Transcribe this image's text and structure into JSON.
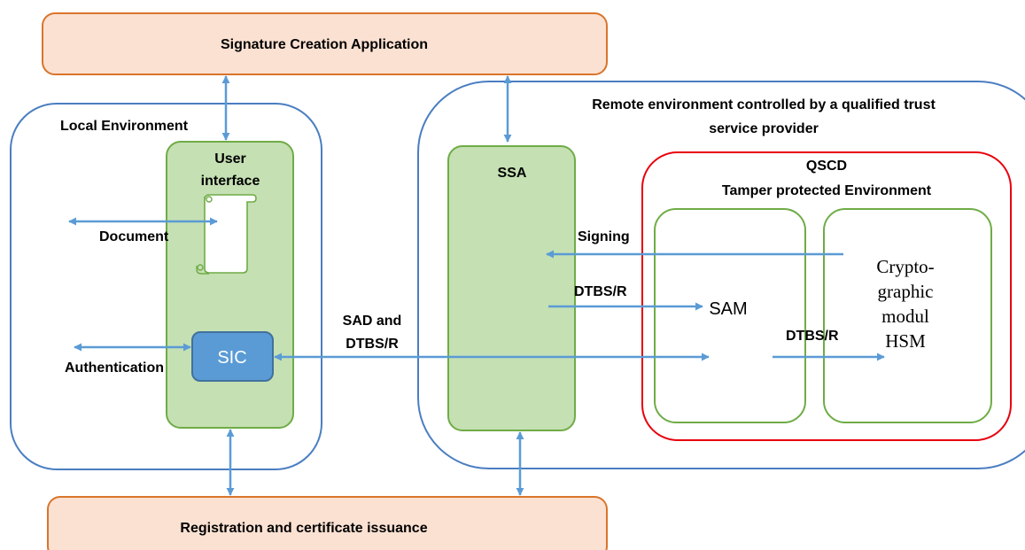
{
  "boxes": {
    "sca": "Signature Creation Application",
    "registration": "Registration and certificate issuance",
    "local_env": "Local Environment",
    "remote_env_line1": "Remote environment controlled by a qualified trust",
    "remote_env_line2": "service provider",
    "user_interface_line1": "User",
    "user_interface_line2": "interface",
    "ssa": "SSA",
    "qscd": "QSCD",
    "tamper": "Tamper protected Environment",
    "sic": "SIC",
    "sam": "SAM",
    "crypto_line1": "Crypto-",
    "crypto_line2": "graphic",
    "crypto_line3": "modul",
    "crypto_line4": "HSM"
  },
  "labels": {
    "document": "Document",
    "authentication": "Authentication",
    "sad_line1": "SAD and",
    "sad_line2": "DTBS/R",
    "signing": "Signing",
    "dtbsr_ssa_sam": "DTBS/R",
    "dtbsr_sam_hsm": "DTBS/R"
  },
  "colors": {
    "orange_fill": "#fbe1d2",
    "orange_stroke": "#d9752b",
    "green_fill": "#c5e0b3",
    "green_stroke": "#6fac46",
    "blue_stroke": "#4a7ec1",
    "arrow": "#5b9bd5",
    "red": "#e8000d",
    "sic_fill": "#5b9bd5",
    "sic_stroke": "#41719c"
  }
}
